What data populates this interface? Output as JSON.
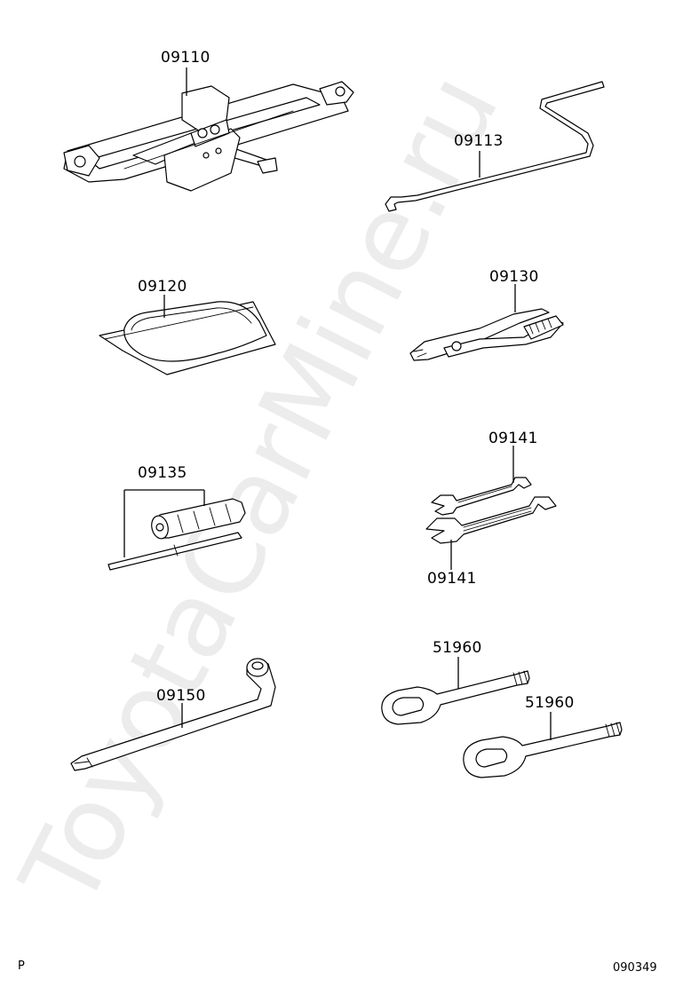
{
  "parts": {
    "jack": "09110",
    "jack_handle": "09113",
    "tool_bag": "09120",
    "pliers": "09130",
    "screwdriver": "09135",
    "wrench_upper": "09141",
    "wrench_lower": "09141",
    "hub_nut_wrench": "09150",
    "towing_eye_upper": "51960",
    "towing_eye_lower": "51960"
  },
  "footer": {
    "left_mark": "P",
    "figure_number": "090349"
  },
  "watermark": "ToyotaCarMine.ru"
}
